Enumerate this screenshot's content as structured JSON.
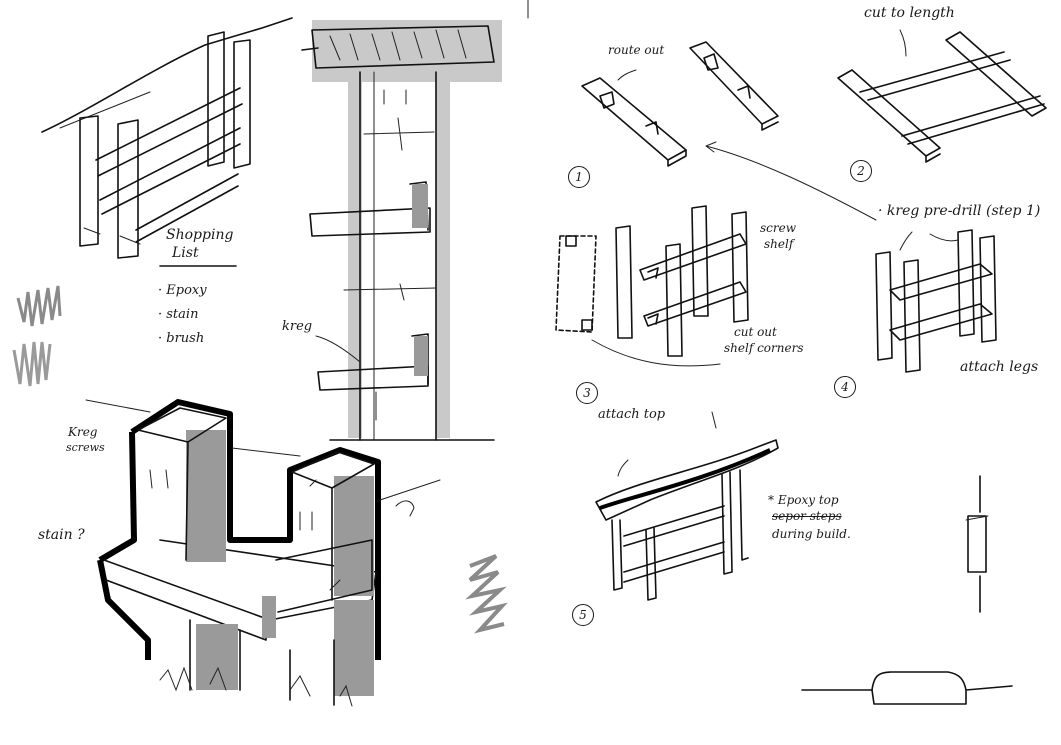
{
  "labels": {
    "shopping_title_1": "Shopping",
    "shopping_title_2": "List",
    "item_epoxy": "· Epoxy",
    "item_stain": "· stain",
    "item_brush": "· brush",
    "kreg_mid": "kreg",
    "kreg_screws_1": "Kreg",
    "kreg_screws_2": "screws",
    "stain_q": "stain ?",
    "route_out": "route out",
    "cut_to_length": "cut to length",
    "kreg_predrill": "· kreg pre-drill (step 1)",
    "screw_shelf_1": "screw",
    "screw_shelf_2": "shelf",
    "cut_out_1": "cut out",
    "cut_out_2": "shelf corners",
    "attach_legs": "attach legs",
    "attach_top": "attach top",
    "epoxy_note_1": "* Epoxy top",
    "epoxy_note_2": "sepor steps",
    "epoxy_note_3": "during build."
  },
  "steps": [
    "1",
    "2",
    "3",
    "4",
    "5"
  ]
}
